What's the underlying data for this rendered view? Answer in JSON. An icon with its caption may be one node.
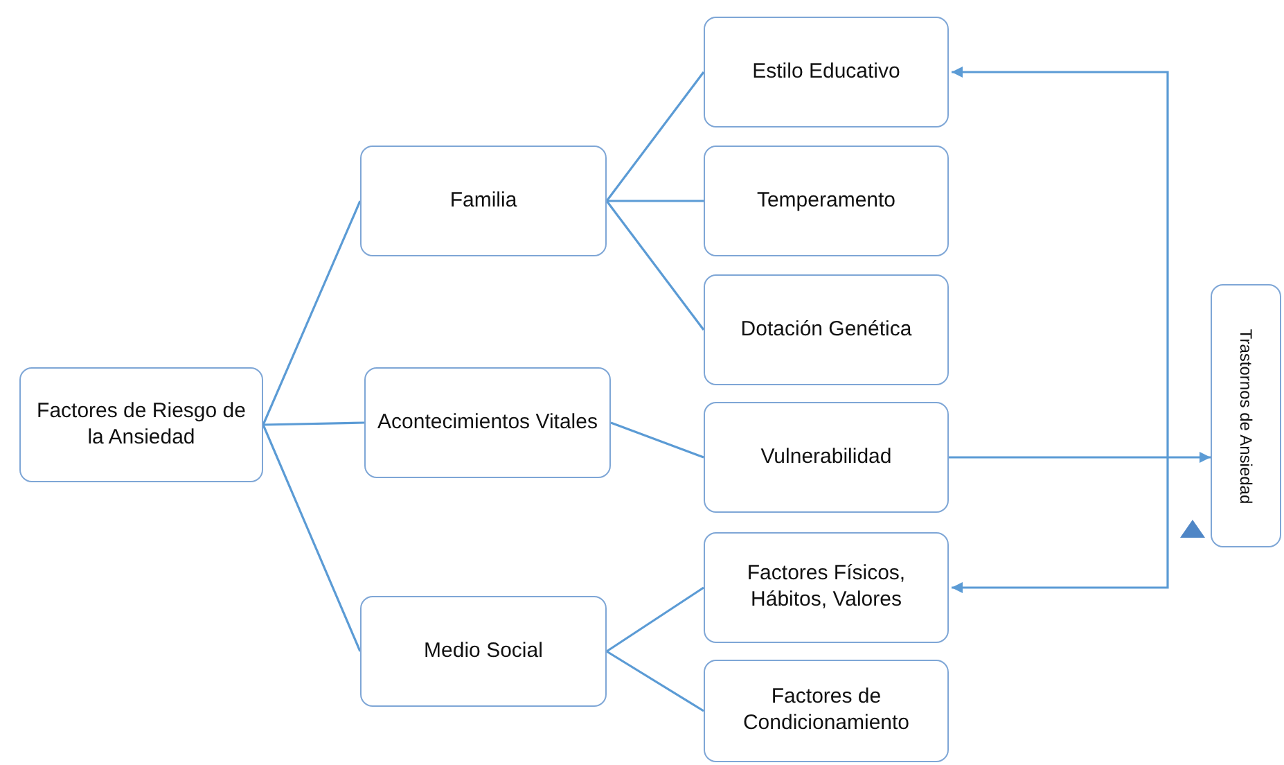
{
  "diagram": {
    "nodes": [
      {
        "text": [
          "Factores de Riesgo de la Ansiedad"
        ]
      },
      {
        "text": [
          "Familia"
        ]
      },
      {
        "text": [
          "Acontecimientos Vitales"
        ]
      },
      {
        "text": [
          "Medio Social"
        ]
      },
      {
        "text": [
          "Estilo Educativo"
        ]
      },
      {
        "text": [
          "Temperamento"
        ]
      },
      {
        "text": [
          "Dotación Genética"
        ]
      },
      {
        "text": [
          "Vulnerabilidad"
        ]
      },
      {
        "text": [
          "Factores Físicos, Hábitos, Valores"
        ]
      },
      {
        "text": [
          "Factores de Condicionamiento"
        ]
      },
      {
        "text": [
          "Trastornos de Ansiedad"
        ]
      }
    ],
    "edges": [
      {
        "from": 0,
        "to": 1,
        "arrow": "none"
      },
      {
        "from": 0,
        "to": 2,
        "arrow": "none"
      },
      {
        "from": 0,
        "to": 3,
        "arrow": "none"
      },
      {
        "from": 1,
        "to": 4,
        "arrow": "none"
      },
      {
        "from": 1,
        "to": 5,
        "arrow": "none"
      },
      {
        "from": 1,
        "to": 6,
        "arrow": "none"
      },
      {
        "from": 2,
        "to": 7,
        "arrow": "none"
      },
      {
        "from": 3,
        "to": 8,
        "arrow": "none"
      },
      {
        "from": 3,
        "to": 9,
        "arrow": "none"
      },
      {
        "from": 7,
        "to": 10,
        "arrow": "to"
      },
      {
        "from": null,
        "to": 4,
        "arrow": "to"
      },
      {
        "from": null,
        "to": 8,
        "arrow": "to"
      }
    ]
  }
}
